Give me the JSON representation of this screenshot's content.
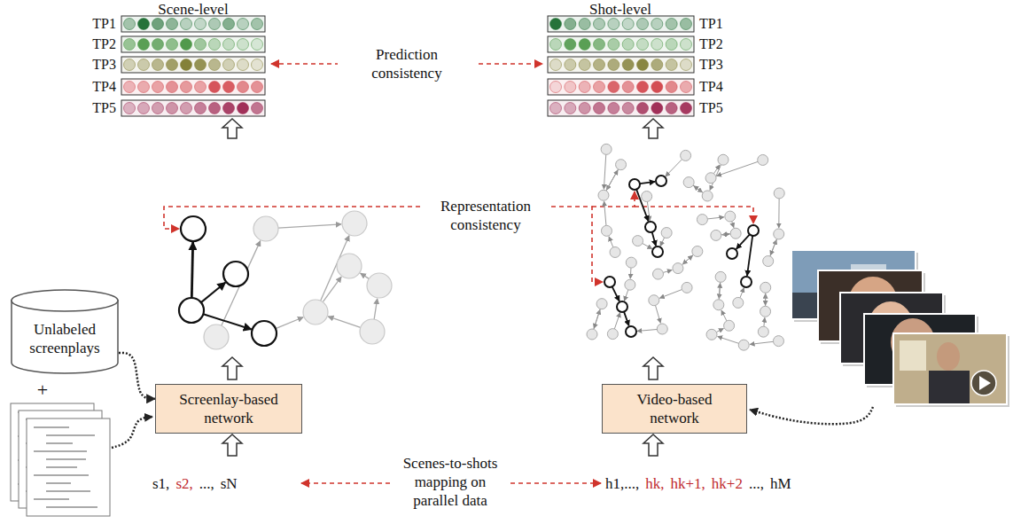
{
  "diagram": {
    "nodes": [
      {
        "text": [
          "Unlabeled screenplays"
        ]
      },
      {
        "text": [
          "Screenlay-based network"
        ]
      },
      {
        "text": [
          "Video-based network"
        ]
      }
    ],
    "edges": [
      {
        "from": 0,
        "to": 1,
        "arrow": "to"
      }
    ],
    "labels": [
      "Scene-level",
      "Shot-level",
      "TP1",
      "TP2",
      "TP3",
      "TP4",
      "TP5",
      "TP1",
      "TP2",
      "TP3",
      "TP4",
      "TP5",
      "Prediction consistency",
      "Representation consistency",
      "+",
      "s1,",
      "s2,",
      "...,",
      "sN",
      "h1,...,",
      "hk,",
      "hk+1,",
      "hk+2",
      "...,",
      "hM",
      "Scenes-to-shots mapping on parallel data"
    ]
  }
}
